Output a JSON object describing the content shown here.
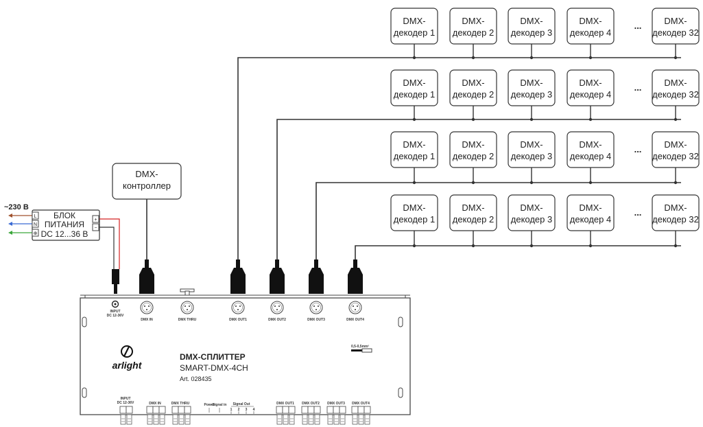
{
  "decoder": {
    "line1": "DMX-",
    "labels": [
      "декодер 1",
      "декодер 2",
      "декодер 3",
      "декодер 4",
      "декодер 32"
    ],
    "ellipsis": "..."
  },
  "controller": {
    "line1": "DMX-",
    "line2": "контроллер"
  },
  "psu": {
    "voltage": "~230 В",
    "line1": "БЛОК",
    "line2": "ПИТАНИЯ",
    "line3": "DC 12...36 В",
    "terminals": [
      "L",
      "N",
      "⊕",
      "+",
      "−"
    ]
  },
  "device": {
    "title": "DMX-СПЛИТТЕР",
    "model": "SMART-DMX-4CH",
    "art": "Art. 028435",
    "brand": "arlight",
    "top_ports": {
      "input": "INPUT",
      "input_sub": "DC 12-36V",
      "dmx_in": "DMX IN",
      "dmx_thru": "DMX THRU",
      "out1": "DMX OUT1",
      "out2": "DMX OUT2",
      "out3": "DMX OUT3",
      "out4": "DMX OUT4"
    },
    "bottom": {
      "input": "INPUT",
      "input_sub": "DC 12-36V",
      "dmx_in": "DMX IN",
      "dmx_thru": "DMX THRU",
      "power": "Power",
      "signal_in": "Signal in",
      "signal_out": "Signal Out",
      "out_nums": [
        "1",
        "2",
        "3",
        "4"
      ],
      "out1": "DMX OUT1",
      "out2": "DMX OUT2",
      "out3": "DMX OUT3",
      "out4": "DMX OUT4"
    },
    "wire_note": "0,5-0,5mm²"
  },
  "colors": {
    "line": "#333333",
    "connector": "#111111",
    "brown": "#a0522d",
    "blue": "#3a6ad4",
    "green": "#3aa63a",
    "red": "#d42020"
  }
}
